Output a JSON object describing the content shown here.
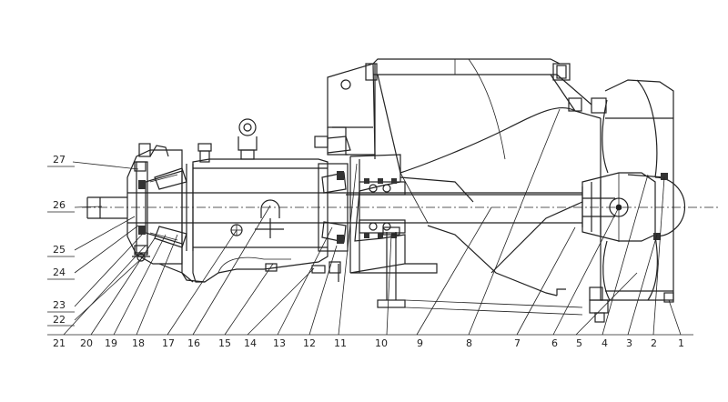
{
  "callouts": {
    "top_left": "27",
    "left": [
      "26",
      "25",
      "24",
      "23",
      "22"
    ],
    "bottom": [
      "21",
      "20",
      "19",
      "18",
      "17",
      "16",
      "15",
      "14",
      "13",
      "12",
      "11",
      "10",
      "9",
      "8",
      "7",
      "6",
      "5",
      "4",
      "3",
      "2",
      "1"
    ]
  }
}
